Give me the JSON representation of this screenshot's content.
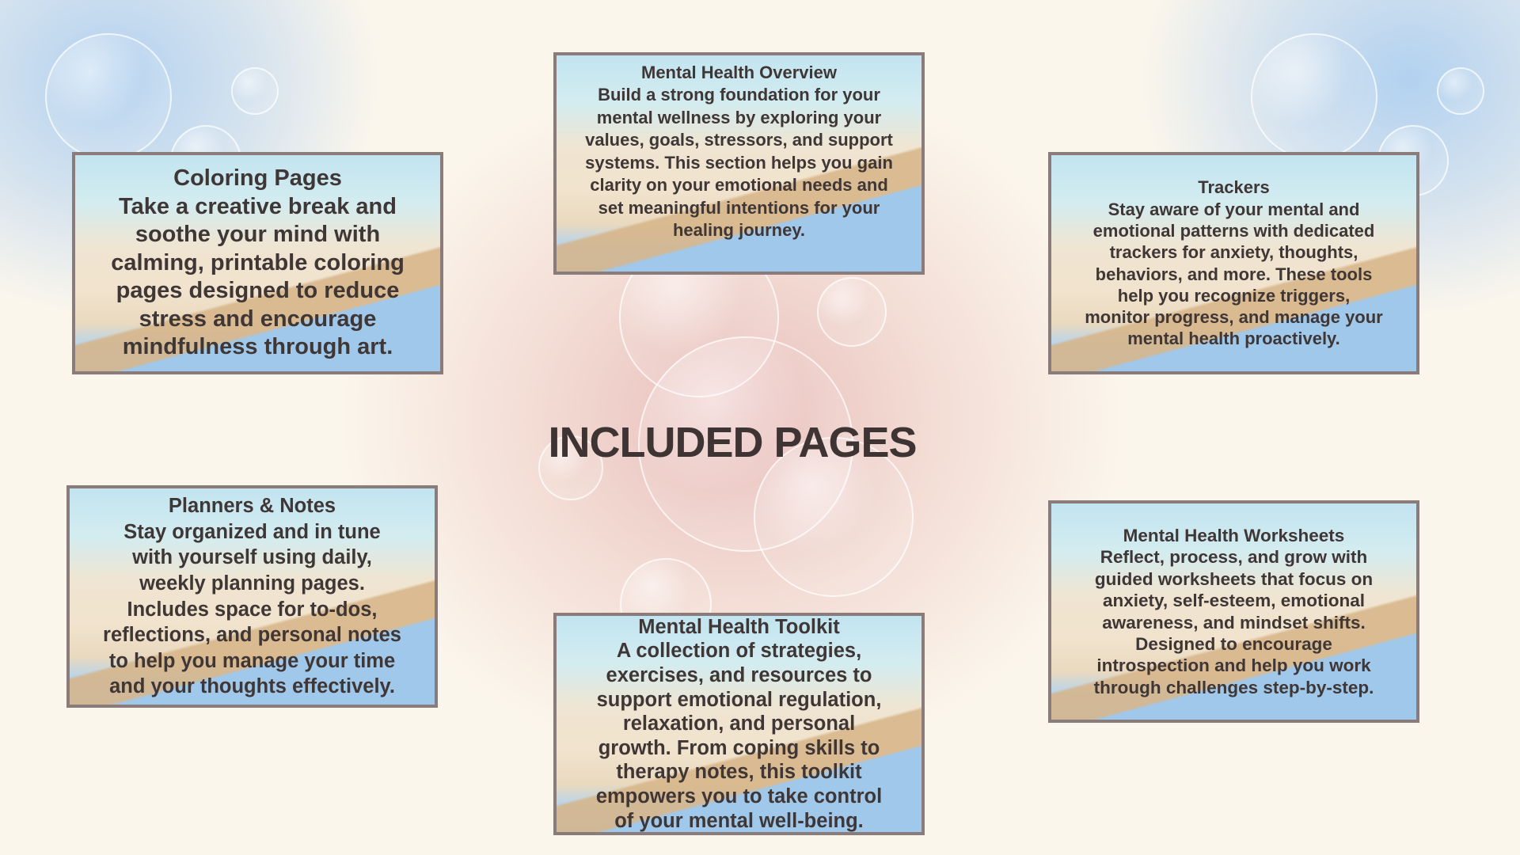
{
  "title": "INCLUDED PAGES",
  "cards": {
    "overview": {
      "title": "Mental Health Overview",
      "lines": [
        "Build a strong foundation for your",
        "mental wellness by exploring your",
        "values, goals, stressors, and support",
        "systems. This section helps you gain",
        "clarity on your emotional needs and",
        "set meaningful intentions for your",
        "healing journey."
      ]
    },
    "coloring": {
      "title": "Coloring Pages",
      "lines": [
        "Take a creative break and",
        "soothe your mind with",
        "calming, printable coloring",
        "pages designed to reduce",
        "stress and encourage",
        "mindfulness through art."
      ]
    },
    "trackers": {
      "title": "Trackers",
      "lines": [
        "Stay aware of your mental and",
        "emotional patterns with dedicated",
        "trackers for anxiety, thoughts,",
        "behaviors, and more. These tools",
        "help you recognize triggers,",
        "monitor progress, and manage your",
        "mental health proactively."
      ]
    },
    "planners": {
      "title": "Planners & Notes",
      "lines": [
        "Stay organized and in tune",
        "with yourself using daily,",
        "weekly planning pages.",
        "Includes space for to-dos,",
        "reflections, and personal notes",
        "to help you manage your time",
        "and your thoughts effectively."
      ]
    },
    "toolkit": {
      "title": "Mental Health Toolkit",
      "lines": [
        "A collection of strategies,",
        "exercises, and resources to",
        "support emotional regulation,",
        "relaxation, and personal",
        "growth. From coping skills to",
        "therapy notes, this toolkit",
        "empowers you to take control",
        "of your mental well-being."
      ]
    },
    "worksheets": {
      "title": "Mental Health Worksheets",
      "lines": [
        "Reflect, process, and grow with",
        "guided worksheets that focus on",
        "anxiety, self-esteem, emotional",
        "awareness, and mindset shifts.",
        "Designed to encourage",
        "introspection and help you work",
        "through challenges step-by-step."
      ]
    }
  }
}
